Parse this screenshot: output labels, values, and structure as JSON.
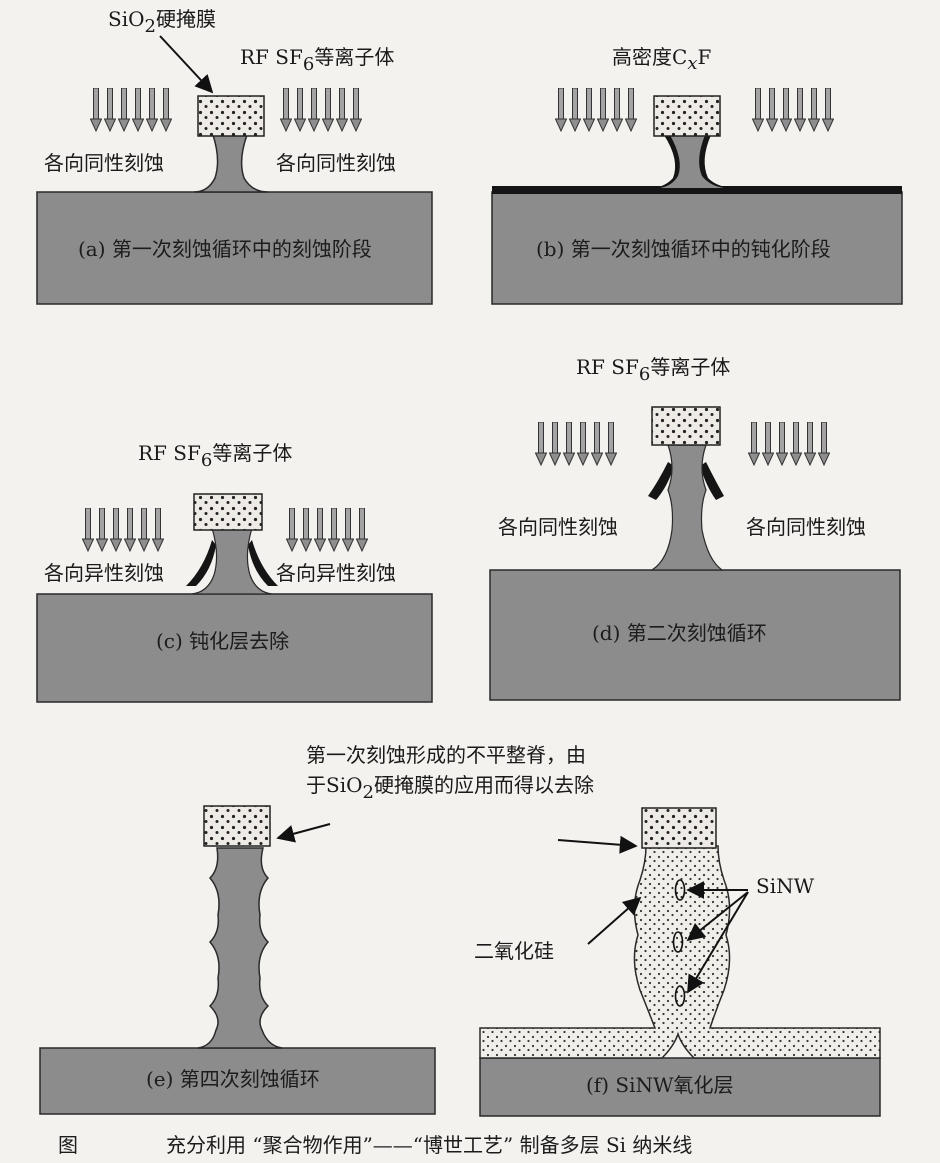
{
  "panels": {
    "a": {
      "caption": "(a) 第一次刻蚀循环中的刻蚀阶段",
      "mask_label_pre": "SiO",
      "mask_label_sub": "2",
      "mask_label_post": "硬掩膜",
      "plasma_pre": "RF SF",
      "plasma_sub": "6",
      "plasma_post": "等离子体",
      "left_label": "各向同性刻蚀",
      "right_label": "各向同性刻蚀"
    },
    "b": {
      "caption": "(b) 第一次刻蚀循环中的钝化阶段",
      "gas_pre": "高密度C",
      "gas_sub": "x",
      "gas_post": "F"
    },
    "c": {
      "caption": "(c) 钝化层去除",
      "plasma_pre": "RF SF",
      "plasma_sub": "6",
      "plasma_post": "等离子体",
      "left_label": "各向异性刻蚀",
      "right_label": "各向异性刻蚀"
    },
    "d": {
      "caption": "(d) 第二次刻蚀循环",
      "plasma_pre": "RF SF",
      "plasma_sub": "6",
      "plasma_post": "等离子体",
      "left_label": "各向同性刻蚀",
      "right_label": "各向同性刻蚀"
    },
    "e": {
      "caption": "(e) 第四次刻蚀循环",
      "note_line1": "第一次刻蚀形成的不平整脊，由",
      "note_line2_pre": "于SiO",
      "note_line2_sub": "2",
      "note_line2_post": "硬掩膜的应用而得以去除"
    },
    "f": {
      "caption": "(f) SiNW氧化层",
      "sinw_label": "SiNW",
      "oxide_label": "二氧化硅"
    }
  },
  "figure_caption": {
    "prefix": "图",
    "text": "充分利用 “聚合物作用”——“博世工艺” 制备多层 Si 纳米线"
  },
  "colors": {
    "silicon": "#8d8d8d",
    "silicon_dark": "#5f5f5f",
    "mask": "#ece9e4",
    "passivation": "#151515",
    "arrow_fill": "#9a9a9a"
  }
}
